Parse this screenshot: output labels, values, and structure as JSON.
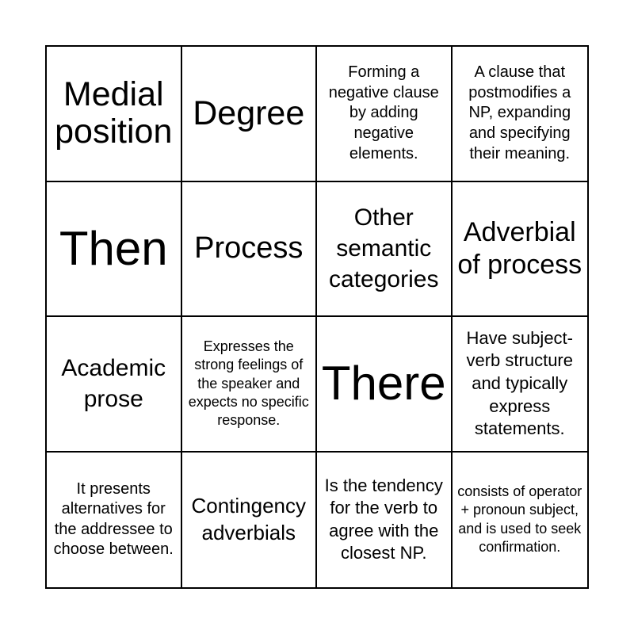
{
  "board": {
    "cells": [
      "Medial position",
      "Degree",
      "Forming a negative clause by adding negative elements.",
      "A clause that postmodifies a NP, expanding and specifying their meaning.",
      "Then",
      "Process",
      "Other semantic categories",
      "Adverbial of process",
      "Academic prose",
      "Expresses the strong feelings of the speaker and expects no specific response.",
      "There",
      "Have subject-verb structure and typically express statements.",
      "It presents alternatives for the addressee to choose between.",
      "Contingency adverbials",
      "Is the tendency for the verb to agree with the closest NP.",
      "consists of operator + pronoun subject, and is used to seek confirmation."
    ]
  }
}
